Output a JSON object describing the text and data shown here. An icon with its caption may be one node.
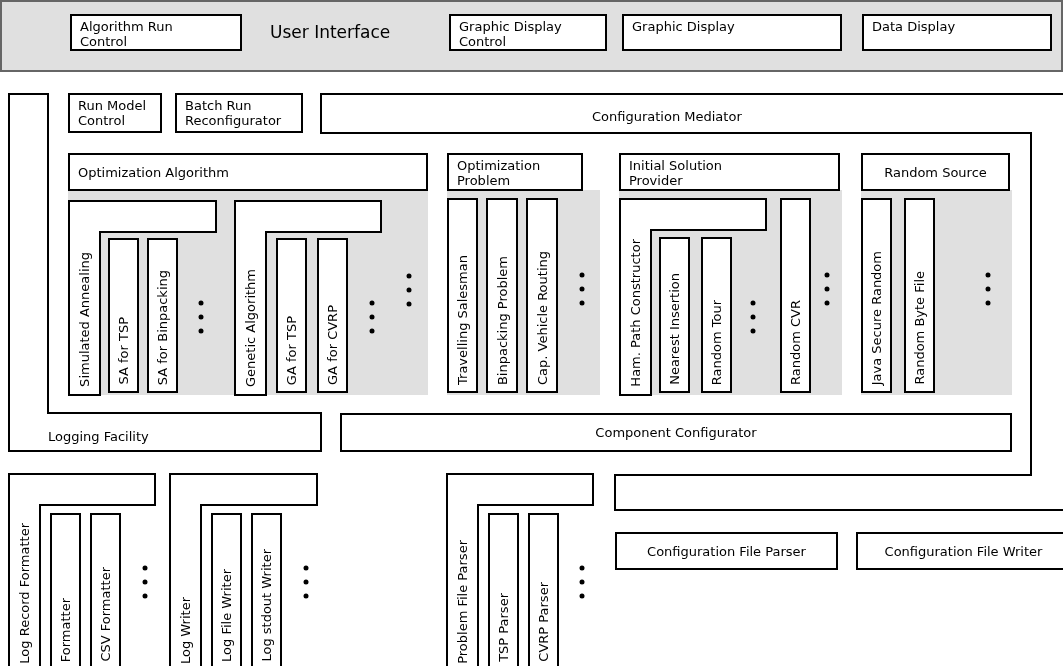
{
  "diagram": {
    "nodes": [
      {
        "text": [
          "User Interface"
        ]
      },
      {
        "text": [
          "Algorithm Run Control"
        ],
        "in": 0
      },
      {
        "text": [
          "Graphic Display Control"
        ],
        "in": 0
      },
      {
        "text": [
          "Graphic Display"
        ],
        "in": 0
      },
      {
        "text": [
          "Data Display"
        ],
        "in": 0
      },
      {
        "text": [
          "Logging Facility"
        ]
      },
      {
        "text": [
          "Run Model Control"
        ]
      },
      {
        "text": [
          "Batch Run Reconfigurator"
        ]
      },
      {
        "text": [
          "Configuration Mediator"
        ]
      },
      {
        "text": [
          "Optimization Algorithm"
        ]
      },
      {
        "text": [
          "Optimization Problem"
        ]
      },
      {
        "text": [
          "Initial Solution Provider"
        ]
      },
      {
        "text": [
          "Random Source"
        ]
      },
      {
        "text": [
          "Simulated Annealing"
        ]
      },
      {
        "text": [
          "SA for TSP"
        ]
      },
      {
        "text": [
          "SA for Binpacking"
        ]
      },
      {
        "text": [
          "Genetic Algorithm"
        ]
      },
      {
        "text": [
          "GA for TSP"
        ]
      },
      {
        "text": [
          "GA for CVRP"
        ]
      },
      {
        "text": [
          "Travelling Salesman"
        ]
      },
      {
        "text": [
          "Binpacking Problem"
        ]
      },
      {
        "text": [
          "Cap. Vehicle Routing"
        ]
      },
      {
        "text": [
          "Ham. Path Constructor"
        ]
      },
      {
        "text": [
          "Nearest Insertion"
        ]
      },
      {
        "text": [
          "Random Tour"
        ]
      },
      {
        "text": [
          "Random CVR"
        ]
      },
      {
        "text": [
          "Java Secure Random"
        ]
      },
      {
        "text": [
          "Random Byte File"
        ]
      },
      {
        "text": [
          "Component Configurator"
        ]
      },
      {
        "text": [
          "Log Record Formatter"
        ]
      },
      {
        "text": [
          "Formatter"
        ]
      },
      {
        "text": [
          "CSV Formatter"
        ]
      },
      {
        "text": [
          "Log Writer"
        ]
      },
      {
        "text": [
          "Log File Writer"
        ]
      },
      {
        "text": [
          "Log stdout Writer"
        ]
      },
      {
        "text": [
          "Problem File Parser"
        ]
      },
      {
        "text": [
          "TSP Parser"
        ]
      },
      {
        "text": [
          "CVRP Parser"
        ]
      },
      {
        "text": [
          "Configuration File Parser"
        ]
      },
      {
        "text": [
          "Configuration File Writer"
        ]
      }
    ]
  }
}
